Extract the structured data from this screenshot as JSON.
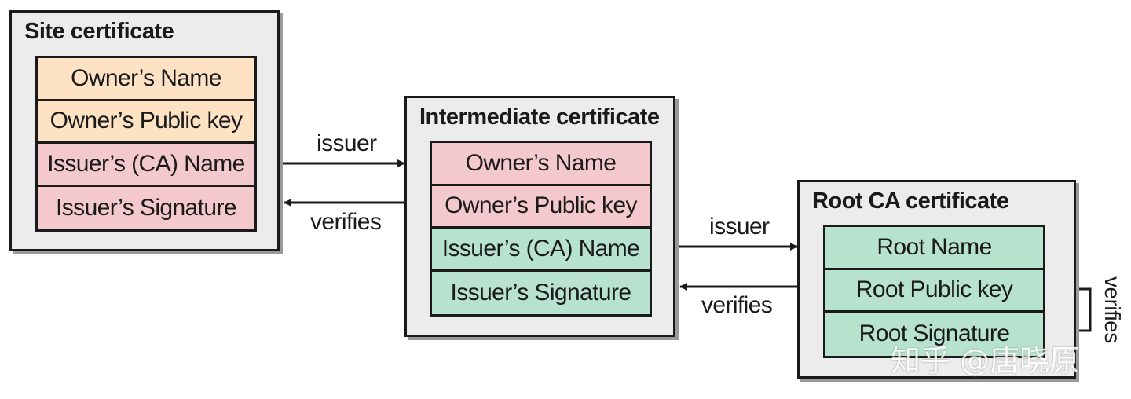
{
  "site": {
    "title": "Site certificate",
    "fields": [
      "Owner’s Name",
      "Owner’s Public key",
      "Issuer’s (CA) Name",
      "Issuer’s Signature"
    ]
  },
  "intermediate": {
    "title": "Intermediate certificate",
    "fields": [
      "Owner’s Name",
      "Owner’s Public key",
      "Issuer’s (CA) Name",
      "Issuer’s Signature"
    ]
  },
  "root": {
    "title": "Root CA certificate",
    "fields": [
      "Root Name",
      "Root Public key",
      "Root Signature"
    ]
  },
  "links": {
    "site_issuer": "issuer",
    "site_verifies": "verifies",
    "inter_issuer": "issuer",
    "inter_verifies": "verifies",
    "root_self_verifies": "verifies"
  },
  "watermark": "知乎 @唐晓原",
  "colors": {
    "peach": "#fde3c4",
    "pink": "#f4c9cd",
    "green": "#b6e2ce",
    "box": "#ececec"
  }
}
